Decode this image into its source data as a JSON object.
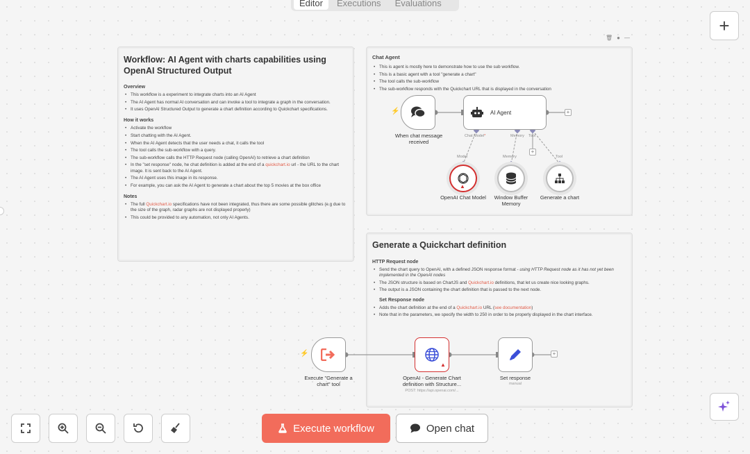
{
  "tabs": [
    "Editor",
    "Executions",
    "Evaluations"
  ],
  "note_main": {
    "title": "Workflow: AI Agent with charts capabilities using OpenAI Structured Output",
    "overview_heading": "Overview",
    "overview_items": [
      "This workflow is a experiment to integrate charts into an AI Agent",
      "The AI Agent has normal AI conversation and can invoke a tool to integrate a graph in the conversation.",
      "It uses OpenAI Structured Output to generate a chart definition according to Quickchart specifications."
    ],
    "how_heading": "How it works",
    "how_items": [
      "Activate the workflow",
      "Start chatting with the AI Agent.",
      "When the AI Agent detects that the user needs a chat, it calls the tool",
      "The tool calls the sub-workflow with a query.",
      "The sub-workflow calls the HTTP Request node (calling OpenAI) to retrieve a chart definition",
      "The AI Agent uses this image in its response.",
      "For example, you can ask the AI Agent to generate a chart about the top 5 movies at the box office"
    ],
    "how_item6_pre": "In the \"set response\" node, he chat definition is added at the end of a",
    "how_item6_link": "quickchart.io",
    "how_item6_post": "url - the URL to the chart image. It is sent back to the AI Agent.",
    "notes_heading": "Notes",
    "notes_item1_pre": "The full",
    "notes_item1_link": "Quickchart.io",
    "notes_item1_post": "specifications have not been integrated, thus there are some possible glitches (e.g due to the size of the graph, radar graphs are not displayed properly)",
    "notes_item2": "This could be provided to any automation, not only AI Agents."
  },
  "note_agent": {
    "title": "Chat Agent",
    "items": [
      "This is agent is mostly here to demonstrate how to use the sub workflow.",
      "This is a basic agent with a tool \"generate a chart\"",
      "The tool calls the sub-workflow",
      "The sub-workflow responds with the Quickchart URL that is displayed in the conversation"
    ]
  },
  "note_quickchart": {
    "title": "Generate a Quickchart definition",
    "http_heading": "HTTP Request node",
    "http_item1_pre": "Send the chart query to OpenAI, with a defined JSON response format -",
    "http_item1_em": "using HTTP Request node as it has not yet been implemented in the OpenAI nodes",
    "http_item2_pre": "The JSON structure is based on ChartJS and",
    "http_item2_link": "Quickchart.io",
    "http_item2_post": "definitions, that let us create nice looking graphs.",
    "http_item3": "The output is a JSON containing the chart definition that is passed to the next node.",
    "set_heading": "Set Response node",
    "set_item1_pre": "Adds the chart definition at the end of a",
    "set_item1_link": "Quickchart.io",
    "set_item1_mid": "URL (",
    "set_item1_link2": "see documentation",
    "set_item1_post": ")",
    "set_item2": "Note that in the parameters, we specify the width to 250 in order to be properly displayed in the chart interface."
  },
  "nodes": {
    "chat_trigger": "When chat message received",
    "ai_agent": "AI Agent",
    "port_chat_model": "Chat Model",
    "port_chat_model_req": "*",
    "port_memory": "Memory",
    "port_tool": "Tool",
    "openai_model": "OpenAI Chat Model",
    "openai_model_port": "Model",
    "memory": "Window Buffer Memory",
    "memory_port": "Memory",
    "generate_chart": "Generate a chart",
    "generate_chart_port": "Tool",
    "execute_trigger": "Execute \"Generate a chart\" tool",
    "openai_http": "OpenAI - Generate Chart definition with Structure...",
    "openai_http_sub": "POST: https://api.openai.com/...",
    "set_response": "Set response",
    "set_response_sub": "manual"
  },
  "toolbar": {
    "execute_label": "Execute workflow",
    "chat_label": "Open chat"
  },
  "colors": {
    "accent": "#f26c5b",
    "error": "#d32f2f",
    "link": "#e15b47",
    "globe": "#3b4fd8"
  }
}
